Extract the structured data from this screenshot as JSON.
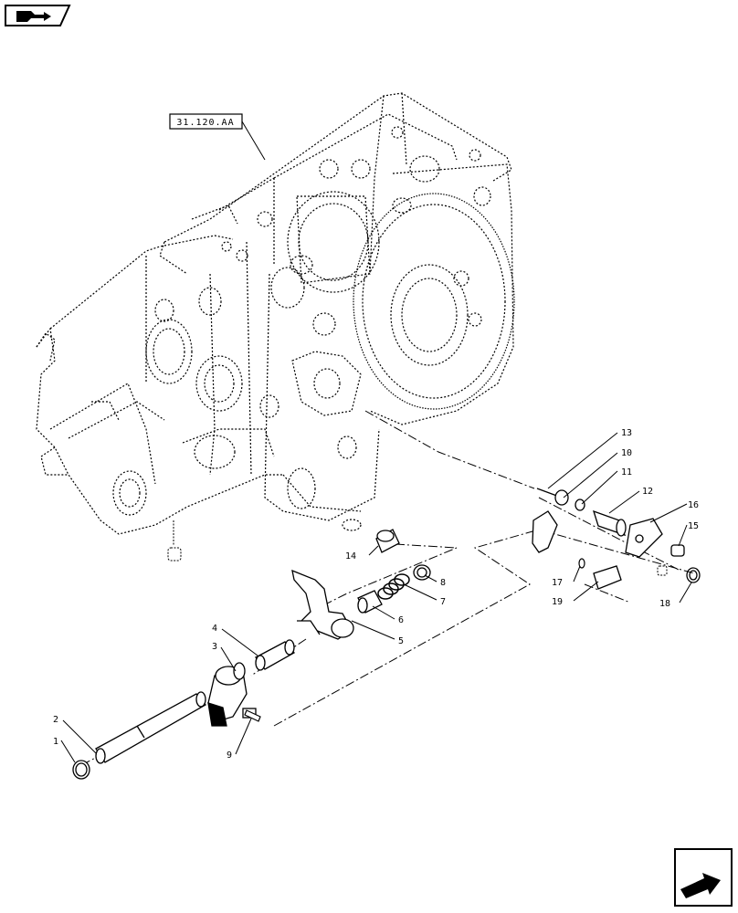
{
  "reference_label": "31.120.AA",
  "callouts": {
    "c1": "1",
    "c2": "2",
    "c3": "3",
    "c4": "4",
    "c5": "5",
    "c6": "6",
    "c7": "7",
    "c8": "8",
    "c9": "9",
    "c10": "10",
    "c11": "11",
    "c12": "12",
    "c13": "13",
    "c14": "14",
    "c15": "15",
    "c16": "16",
    "c17": "17",
    "c18": "18",
    "c19": "19"
  },
  "icons": {
    "top_left": "parts-catalog-nav-icon",
    "bottom_right": "next-page-arrow-icon"
  }
}
